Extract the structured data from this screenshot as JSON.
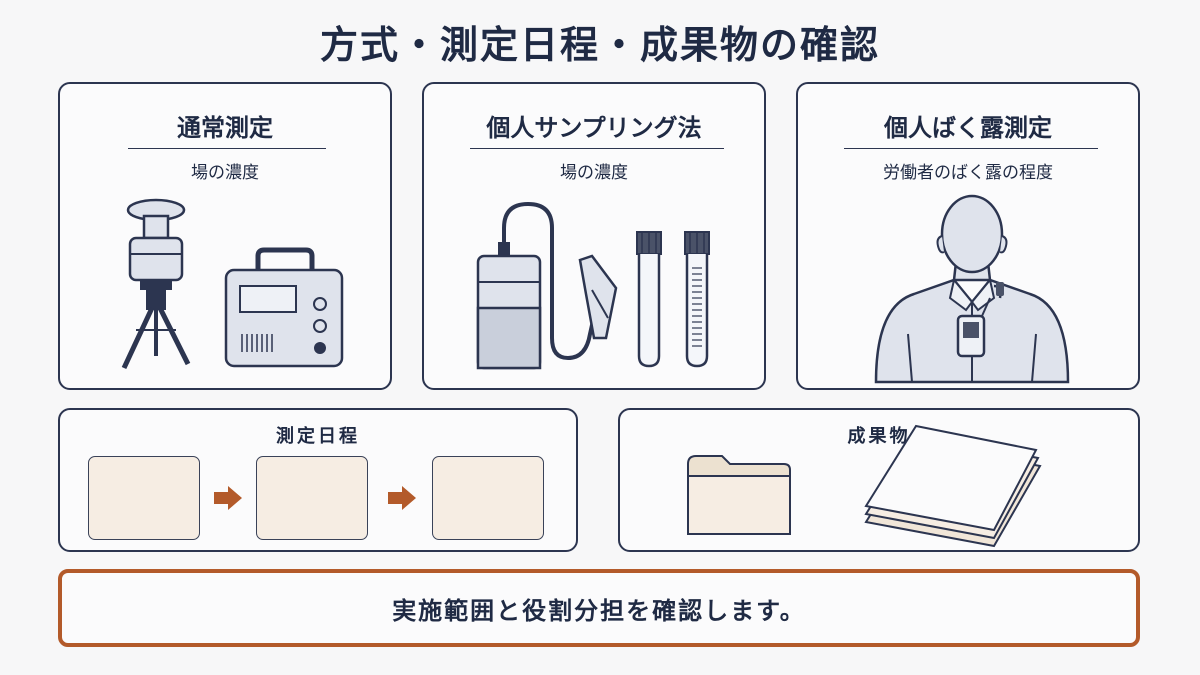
{
  "title": "方式・測定日程・成果物の確認",
  "methods": [
    {
      "title": "通常測定",
      "subtitle": "場の濃度"
    },
    {
      "title": "個人サンプリング法",
      "subtitle": "場の濃度"
    },
    {
      "title": "個人ばく露測定",
      "subtitle": "労働者のばく露の程度"
    }
  ],
  "schedule": {
    "title": "測定日程"
  },
  "deliverables": {
    "title": "成果物"
  },
  "banner": {
    "text": "実施範囲と役割分担を確認します。"
  },
  "colors": {
    "navy": "#2c3550",
    "accent": "#b35a2a",
    "box_fill": "#f6ede3",
    "device_fill": "#dfe3ec"
  }
}
